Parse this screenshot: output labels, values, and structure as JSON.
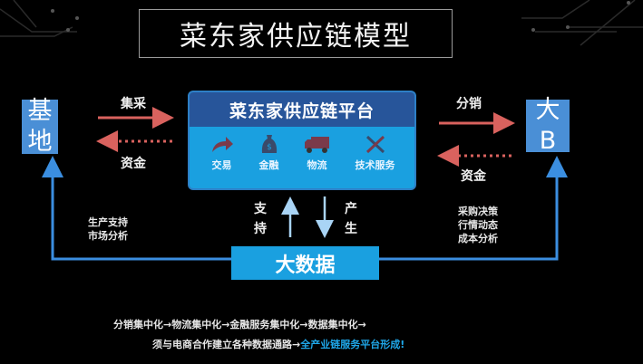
{
  "title": "菜东家供应链模型",
  "left_node": {
    "line1": "基",
    "line2": "地"
  },
  "right_node": {
    "line1": "大",
    "line2": "B"
  },
  "platform": {
    "title": "菜东家供应链平台",
    "services": [
      {
        "icon": "share-arrow-icon",
        "label": "交易"
      },
      {
        "icon": "money-bag-icon",
        "label": "金融"
      },
      {
        "icon": "truck-icon",
        "label": "物流"
      },
      {
        "icon": "tools-icon",
        "label": "技术服务"
      }
    ]
  },
  "left_flows": {
    "top": "集采",
    "bottom": "资金"
  },
  "right_flows": {
    "top": "分销",
    "bottom": "资金"
  },
  "vertical": {
    "support": "支持",
    "produce": "产生"
  },
  "left_notes": [
    "生产支持",
    "市场分析"
  ],
  "right_notes": [
    "采购决策",
    "行情动态",
    "成本分析"
  ],
  "big_data": "大数据",
  "footer": {
    "line1": "分销集中化→物流集中化→金融服务集中化→数据集中化→",
    "line2_prefix": "须与电商合作建立各种数据通路→",
    "line2_highlight": "全产业链服务平台形成!"
  },
  "colors": {
    "node_blue": "#4a8fd6",
    "platform_cyan": "#1aa0e0",
    "platform_header": "#27559a",
    "flow_red": "#d9625e",
    "line_blue": "#3b8ee0"
  }
}
